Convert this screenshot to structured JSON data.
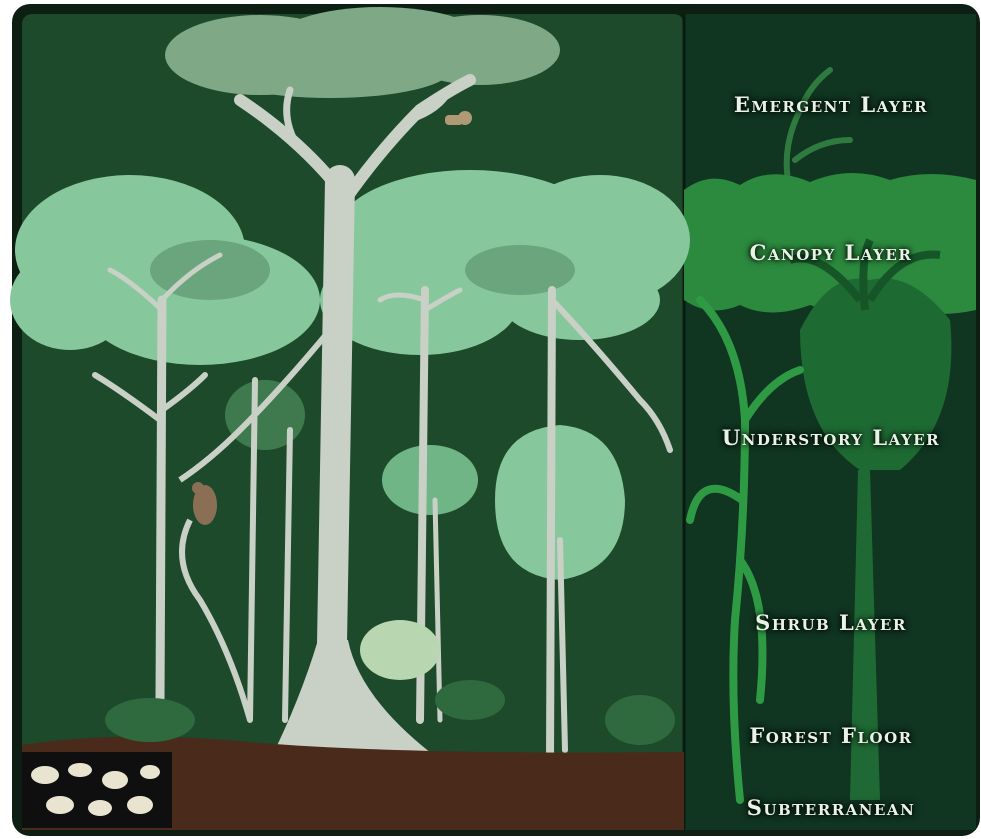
{
  "diagram": {
    "layers": [
      {
        "id": "emergent",
        "label": "Emergent Layer"
      },
      {
        "id": "canopy",
        "label": "Canopy Layer"
      },
      {
        "id": "understory",
        "label": "Understory Layer"
      },
      {
        "id": "shrub",
        "label": "Shrub Layer"
      },
      {
        "id": "forest-floor",
        "label": "Forest Floor"
      },
      {
        "id": "subterranean",
        "label": "Subterranean"
      }
    ]
  },
  "colors": {
    "frame": "#0c1f12",
    "scene_background": "#1d4a2b",
    "side_panel": "#103520",
    "emergent_crown": "#7fa887",
    "canopy_crown": "#86c89b",
    "understory_crown": "#6fb585",
    "trunk": "#c9d0c6",
    "ground": "#4a2a1a",
    "side_vine": "#2f9a44",
    "side_palm": "#1f6a34",
    "label_text": "#e8f3e6"
  }
}
